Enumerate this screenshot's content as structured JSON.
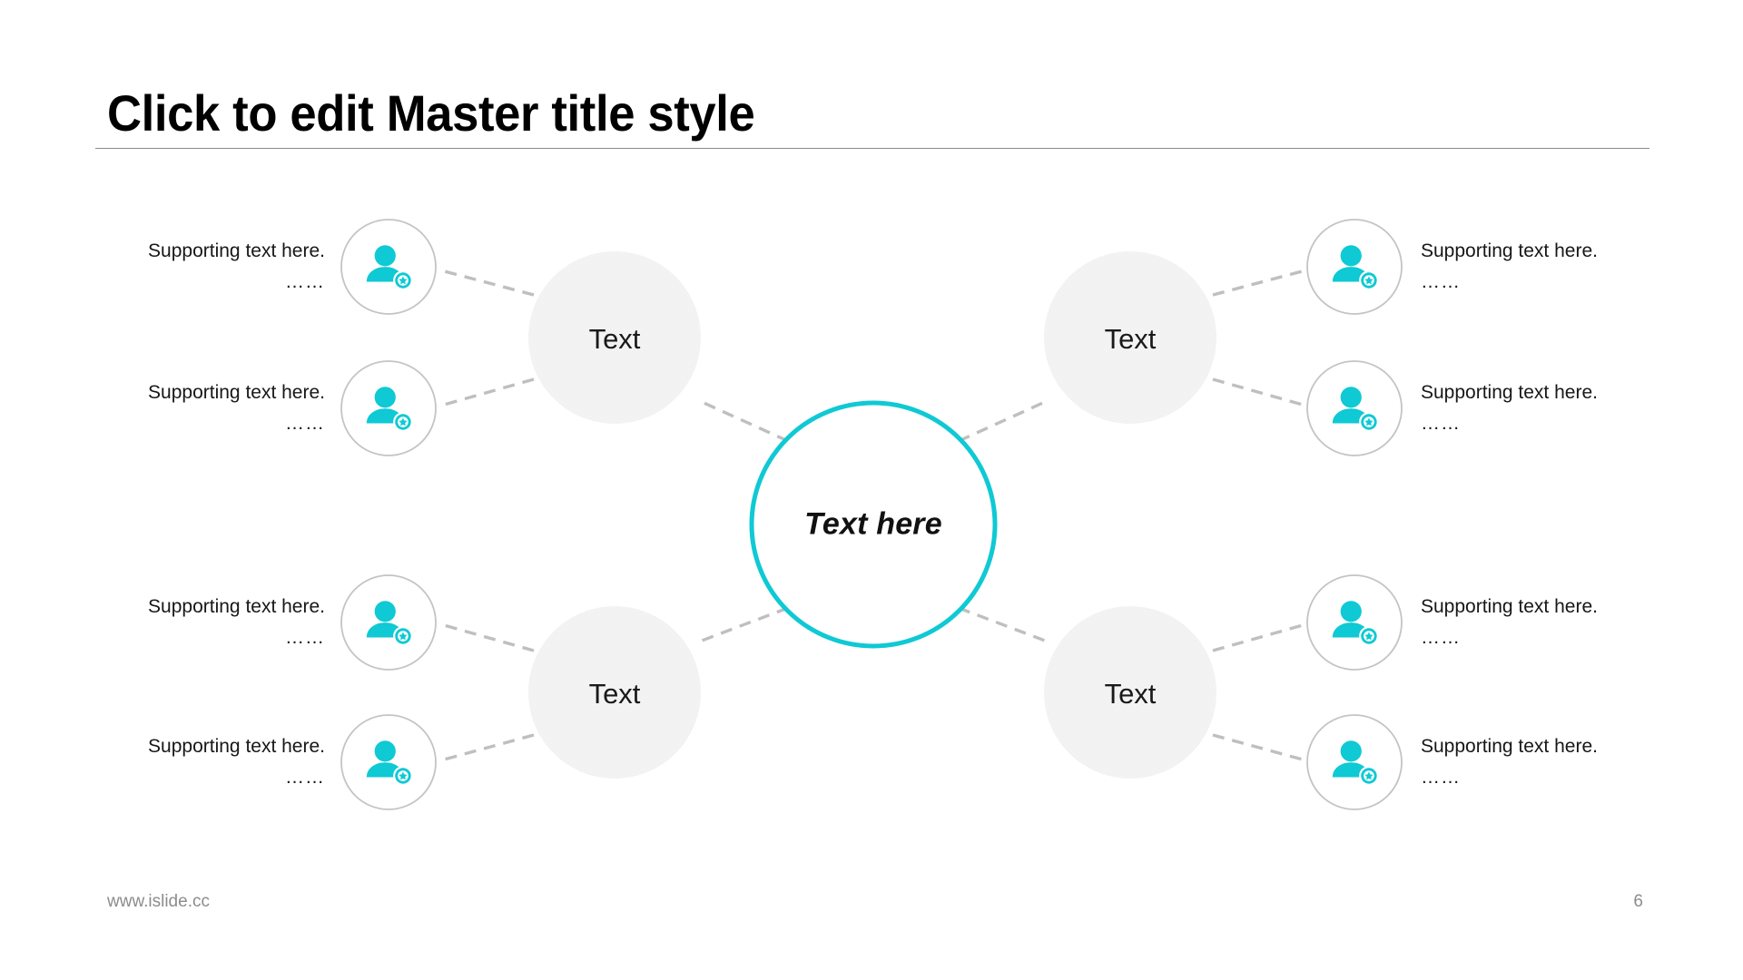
{
  "slide": {
    "title": "Click to edit Master title style",
    "accent_color": "#0FC9D4",
    "node_fill": "#F0F0F0",
    "connector_color": "#BFBFBF",
    "ring_color": "#C4C4C4"
  },
  "center": {
    "label": "Text here"
  },
  "nodes": [
    {
      "id": "node-top-left",
      "label": "Text"
    },
    {
      "id": "node-top-right",
      "label": "Text"
    },
    {
      "id": "node-bottom-left",
      "label": "Text"
    },
    {
      "id": "node-bottom-right",
      "label": "Text"
    }
  ],
  "branches": [
    {
      "id": "branch-1",
      "side": "left",
      "icon": "person-star-icon",
      "line1": "Supporting text here.",
      "line2": "……"
    },
    {
      "id": "branch-2",
      "side": "left",
      "icon": "person-star-icon",
      "line1": "Supporting text here.",
      "line2": "……"
    },
    {
      "id": "branch-3",
      "side": "left",
      "icon": "person-star-icon",
      "line1": "Supporting text here.",
      "line2": "……"
    },
    {
      "id": "branch-4",
      "side": "left",
      "icon": "person-star-icon",
      "line1": "Supporting text here.",
      "line2": "……"
    },
    {
      "id": "branch-5",
      "side": "right",
      "icon": "person-star-icon",
      "line1": "Supporting text here.",
      "line2": "……"
    },
    {
      "id": "branch-6",
      "side": "right",
      "icon": "person-star-icon",
      "line1": "Supporting text here.",
      "line2": "……"
    },
    {
      "id": "branch-7",
      "side": "right",
      "icon": "person-star-icon",
      "line1": "Supporting text here.",
      "line2": "……"
    },
    {
      "id": "branch-8",
      "side": "right",
      "icon": "person-star-icon",
      "line1": "Supporting text here.",
      "line2": "……"
    }
  ],
  "footer": {
    "url": "www.islide.cc",
    "page_number": "6"
  }
}
